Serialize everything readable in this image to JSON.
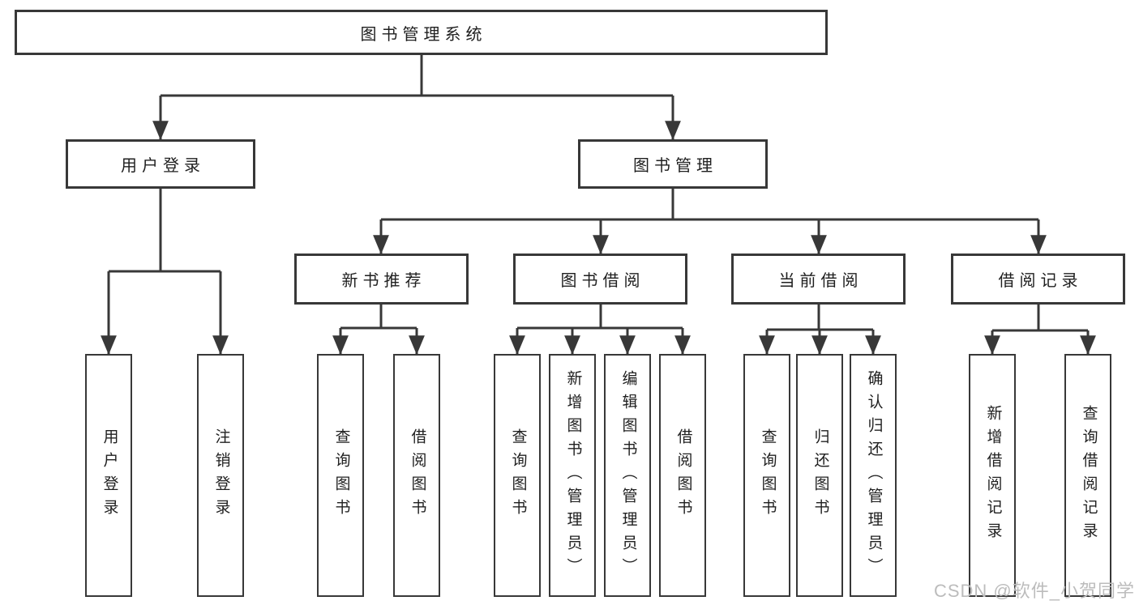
{
  "diagram": {
    "type": "feature-tree",
    "tree": {
      "root": "图书管理系统",
      "branches": [
        {
          "label": "用户登录",
          "children": [
            {
              "label": "用户登录"
            },
            {
              "label": "注销登录"
            }
          ]
        },
        {
          "label": "图书管理",
          "children": [
            {
              "label": "新书推荐",
              "children": [
                {
                  "label": "查询图书"
                },
                {
                  "label": "借阅图书"
                }
              ]
            },
            {
              "label": "图书借阅",
              "children": [
                {
                  "label": "查询图书"
                },
                {
                  "label": "新增图书（管理员）"
                },
                {
                  "label": "编辑图书（管理员）"
                },
                {
                  "label": "借阅图书"
                }
              ]
            },
            {
              "label": "当前借阅",
              "children": [
                {
                  "label": "查询图书"
                },
                {
                  "label": "归还图书"
                },
                {
                  "label": "确认归还（管理员）"
                }
              ]
            },
            {
              "label": "借阅记录",
              "children": [
                {
                  "label": "新增借阅记录"
                },
                {
                  "label": "查询借阅记录"
                }
              ]
            }
          ]
        }
      ]
    },
    "colors": {
      "line": "#383838",
      "box_border": "#383838",
      "box_fill": "#ffffff",
      "text": "#1f1f1f",
      "watermark_text": "#bcbcbc",
      "background": "#ffffff"
    }
  },
  "watermark": "CSDN @软件_小贺同学"
}
